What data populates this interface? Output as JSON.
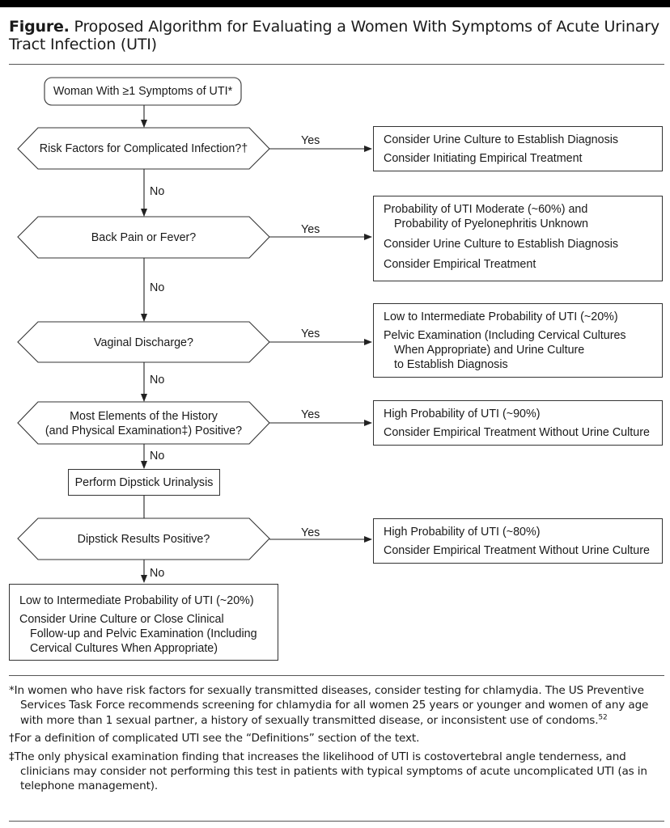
{
  "figure": {
    "label": "Figure.",
    "title": "Proposed Algorithm for Evaluating a Women With Symptoms of Acute Urinary Tract Infection (UTI)"
  },
  "start": {
    "text": "Woman With ≥1 Symptoms of UTI*"
  },
  "decisions": [
    {
      "lines": [
        "Risk Factors for Complicated Infection?†"
      ]
    },
    {
      "lines": [
        "Back Pain or Fever?"
      ]
    },
    {
      "lines": [
        "Vaginal Discharge?"
      ]
    },
    {
      "lines": [
        "Most Elements of the History",
        "(and Physical Examination‡) Positive?"
      ]
    },
    {
      "lines": [
        "Dipstick Results Positive?"
      ]
    }
  ],
  "process": {
    "text": "Perform Dipstick Urinalysis"
  },
  "outcomes": [
    {
      "lines": [
        "Consider Urine Culture to Establish Diagnosis",
        "Consider Initiating Empirical Treatment"
      ]
    },
    {
      "lines": [
        "Probability of UTI Moderate (~60%) and",
        "Probability of Pyelonephritis Unknown",
        "Consider Urine Culture to Establish Diagnosis",
        "Consider Empirical Treatment"
      ]
    },
    {
      "lines": [
        "Low to Intermediate Probability of UTI (~20%)",
        "Pelvic Examination (Including Cervical Cultures",
        "When Appropriate) and Urine Culture",
        "to Establish Diagnosis"
      ]
    },
    {
      "lines": [
        "High Probability of UTI (~90%)",
        "Consider Empirical Treatment Without Urine Culture"
      ]
    },
    {
      "lines": [
        "High Probability of UTI (~80%)",
        "Consider Empirical Treatment Without Urine Culture"
      ]
    }
  ],
  "final": {
    "lines": [
      "Low to Intermediate Probability of UTI (~20%)",
      "Consider Urine Culture or Close Clinical",
      "Follow-up and Pelvic Examination (Including",
      "Cervical Cultures When Appropriate)"
    ]
  },
  "edge_labels": {
    "yes": "Yes",
    "no": "No"
  },
  "footnotes": [
    "*In women who have risk factors for sexually transmitted diseases, consider testing for chlamydia. The US Preventive Services Task Force recommends screening for chlamydia for all women 25 years or younger and women of any age with more than 1 sexual partner, a history of sexually transmitted disease, or inconsistent use of condoms.",
    "†For a definition of complicated UTI see the “Definitions” section of the text.",
    "‡The only physical examination finding that increases the likelihood of UTI is costovertebral angle tenderness, and clinicians may consider not performing this test in patients with typical symptoms of acute uncomplicated UTI (as in telephone management)."
  ],
  "footnote_ref": "52"
}
